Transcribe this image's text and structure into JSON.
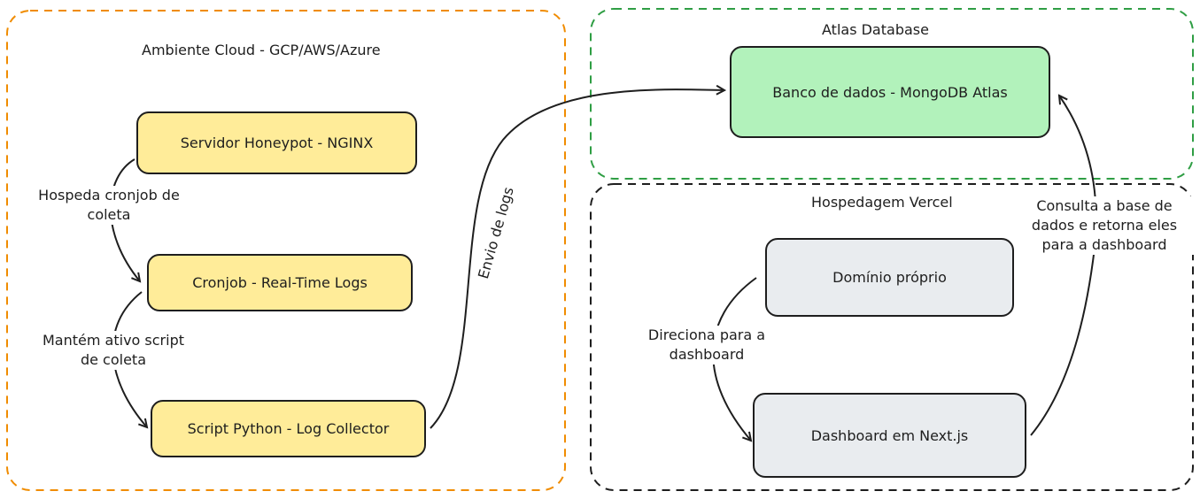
{
  "groups": {
    "cloud": {
      "title": "Ambiente Cloud - GCP/AWS/Azure",
      "color": "#f08c00"
    },
    "atlas": {
      "title": "Atlas Database",
      "color": "#2f9e44"
    },
    "vercel": {
      "title": "Hospedagem Vercel",
      "color": "#1e1e1e"
    }
  },
  "nodes": {
    "honeypot": "Servidor Honeypot - NGINX",
    "cronjob": "Cronjob - Real-Time Logs",
    "python": "Script Python - Log Collector",
    "mongo": "Banco de dados - MongoDB Atlas",
    "domain": "Domínio próprio",
    "dashboard": "Dashboard em Next.js"
  },
  "edges": {
    "hosts": {
      "line1": "Hospeda cronjob de",
      "line2": "coleta"
    },
    "keeps": {
      "line1": "Mantém ativo script",
      "line2": "de coleta"
    },
    "logs": {
      "label": "Envio de logs"
    },
    "redirect": {
      "line1": "Direciona para a",
      "line2": "dashboard"
    },
    "query": {
      "line1": "Consulta a base de",
      "line2": "dados e retorna eles",
      "line3": "para a dashboard"
    }
  },
  "colors": {
    "yellow_fill": "#ffec99",
    "green_fill": "#b2f2bb",
    "gray_fill": "#e9ecef",
    "stroke": "#1e1e1e"
  }
}
